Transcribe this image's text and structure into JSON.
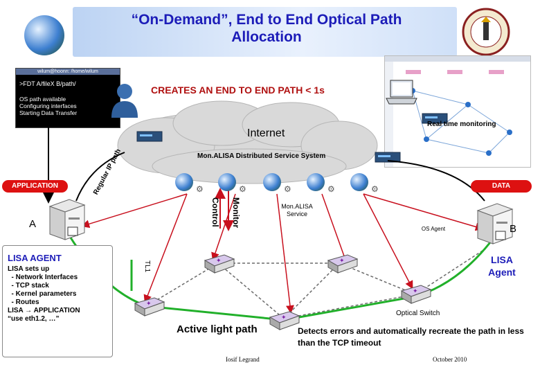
{
  "title": "“On-Demand”, End to End Optical Path Allocation",
  "terminal": {
    "titlebar": "wilum@hoonn: /home/wilum",
    "command": ">FDT  A/fileX  B/path/",
    "lines": "OS path available\nConfiguring interfaces\nStarting Data Transfer"
  },
  "headline": "CREATES AN END TO END PATH < 1s",
  "labels": {
    "realtime": "Real time monitoring",
    "internet": "Internet",
    "regular_ip": "Regular IP path",
    "mdss": "Mon.ALISA Distributed Service System",
    "application": "APPLICATION",
    "data": "DATA",
    "monitor": "Monitor",
    "control": "Control",
    "monalisa_service": "Mon.ALISA Service",
    "os_agent": "OS Agent",
    "a": "A",
    "b": "B",
    "tl1": "TL1",
    "lisa_agent_b": "LISA Agent",
    "optical_switch": "Optical Switch",
    "active_light": "Active light path",
    "detects": "Detects errors and automatically recreate the path in less than the TCP timeout"
  },
  "callout": {
    "title": "LISA AGENT",
    "body": "LISA sets up\n  - Network Interfaces\n  - TCP stack\n  - Kernel parameters\n  - Routes\nLISA → APPLICATION\n“use eth1.2, …”"
  },
  "footer": {
    "author": "Iosif Legrand",
    "date": "October 2010"
  },
  "colors": {
    "title": "#1c1cb8",
    "headline": "#b01010",
    "pill": "#dd1111",
    "active_path": "#21b02a",
    "arrows": "#c8101e"
  }
}
